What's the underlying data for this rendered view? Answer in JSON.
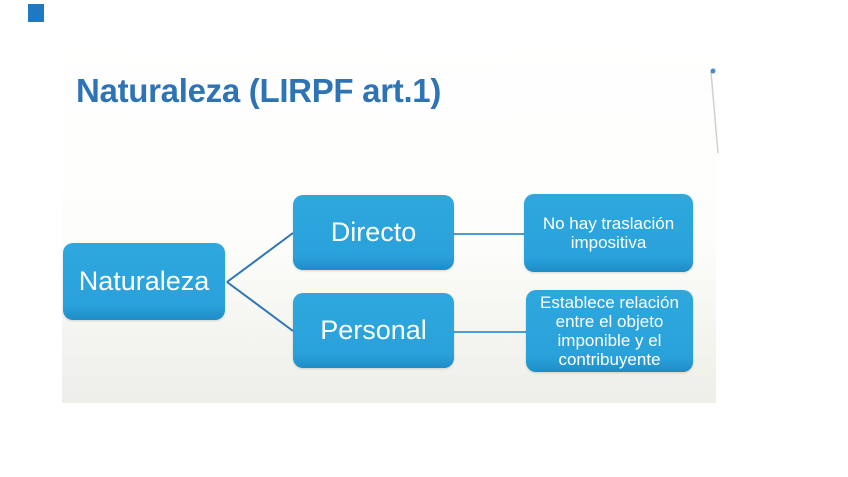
{
  "slide": {
    "title": "Naturaleza (LIRPF art.1)"
  },
  "diagram": {
    "type": "hierarchy",
    "root": {
      "label": "Naturaleza"
    },
    "branches": [
      {
        "label": "Directo",
        "detail": "No hay traslación impositiva"
      },
      {
        "label": "Personal",
        "detail": "Establece relación entre el objeto imponible y el contribuyente"
      }
    ]
  },
  "colors": {
    "node_fill": "#2aa1da",
    "node_text": "#ffffff",
    "fork_connector": "#2e75b6",
    "straight_connector": "#4d9cd3",
    "title_text": "#2e74b5",
    "slide_bottom": "#eeefe8",
    "corner_marker": "#1e79c0",
    "pen_mark": "#c9c9c9",
    "pen_mark_dot": "#2f7fc8"
  }
}
